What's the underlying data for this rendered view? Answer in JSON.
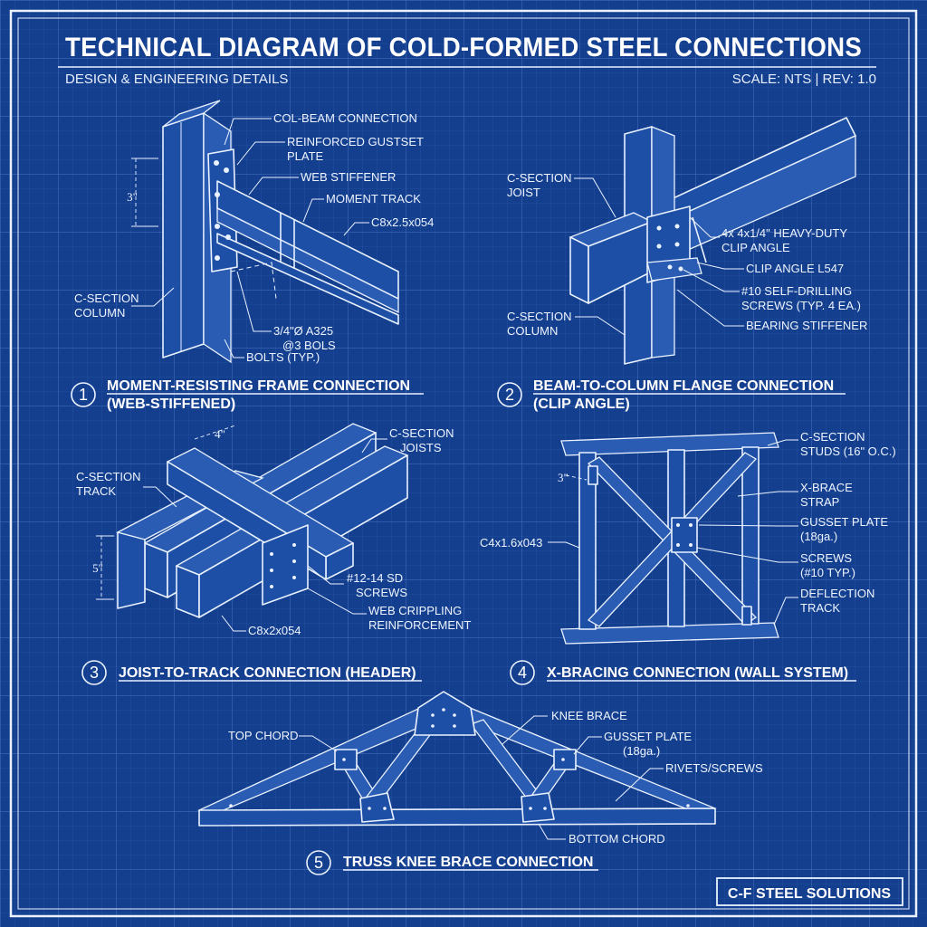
{
  "header": {
    "title": "TECHNICAL DIAGRAM OF COLD-FORMED STEEL CONNECTIONS",
    "subtitle": "DESIGN & ENGINEERING DETAILS",
    "scale_rev": "SCALE: NTS | REV: 1.0"
  },
  "details": {
    "d1": {
      "number": "1",
      "caption_line1": "MOMENT-RESISTING FRAME CONNECTION",
      "caption_line2": "(WEB-STIFFENED)",
      "labels": {
        "col_beam": "COL-BEAM CONNECTION",
        "gusset_line1": "REINFORCED GUSTSET",
        "gusset_line2": "PLATE",
        "web_stiffener": "WEB STIFFENER",
        "moment_track": "MOMENT TRACK",
        "c8": "C8x2.5x054",
        "column_line1": "C-SECTION",
        "column_line2": "COLUMN",
        "bolts_line1": "3/4\"Ø A325",
        "bolts_line2": "@3 BOLS",
        "bolts_typ": "BOLTS (TYP.)",
        "dim": "3\""
      }
    },
    "d2": {
      "number": "2",
      "caption_line1": "BEAM-TO-COLUMN FLANGE CONNECTION",
      "caption_line2": "(CLIP ANGLE)",
      "labels": {
        "joist_line1": "C-SECTION",
        "joist_line2": "JOIST",
        "heavy_line1": "4x 4x1/4\" HEAVY-DUTY",
        "heavy_line2": "CLIP ANGLE",
        "clip": "CLIP ANGLE L547",
        "screws_line1": "#10 SELF-DRILLING",
        "screws_line2": "SCREWS (TYP. 4 EA.)",
        "column_line1": "C-SECTION",
        "column_line2": "COLUMN",
        "bearing": "BEARING STIFFENER"
      }
    },
    "d3": {
      "number": "3",
      "caption": "JOIST-TO-TRACK CONNECTION (HEADER)",
      "labels": {
        "joists_line1": "C-SECTION",
        "joists_line2": "JOISTS",
        "track_line1": "C-SECTION",
        "track_line2": "TRACK",
        "screws_line1": "#12-14 SD",
        "screws_line2": "SCREWS",
        "web_line1": "WEB CRIPPLING",
        "web_line2": "REINFORCEMENT",
        "c8": "C8x2x054",
        "dim_side": "5\"",
        "dim_top": "4\""
      }
    },
    "d4": {
      "number": "4",
      "caption": "X-BRACING CONNECTION (WALL SYSTEM)",
      "labels": {
        "studs_line1": "C-SECTION",
        "studs_line2": "STUDS (16\" O.C.)",
        "xbrace_line1": "X-BRACE",
        "xbrace_line2": "STRAP",
        "gusset_line1": "GUSSET PLATE",
        "gusset_line2": "(18ga.)",
        "screws_line1": "SCREWS",
        "screws_line2": "(#10 TYP.)",
        "deflection_line1": "DEFLECTION",
        "deflection_line2": "TRACK",
        "c4": "C4x1.6x043",
        "dim": "3\""
      }
    },
    "d5": {
      "number": "5",
      "caption": "TRUSS KNEE BRACE CONNECTION",
      "labels": {
        "top_chord": "TOP CHORD",
        "knee": "KNEE BRACE",
        "gusset_line1": "GUSSET PLATE",
        "gusset_line2": "(18ga.)",
        "rivets": "RIVETS/SCREWS",
        "bottom": "BOTTOM CHORD"
      }
    }
  },
  "footer": {
    "company": "C-F STEEL SOLUTIONS"
  },
  "colors": {
    "background": "#143f8f",
    "grid": "#3a66b8",
    "lines": "#eaf2ff"
  }
}
